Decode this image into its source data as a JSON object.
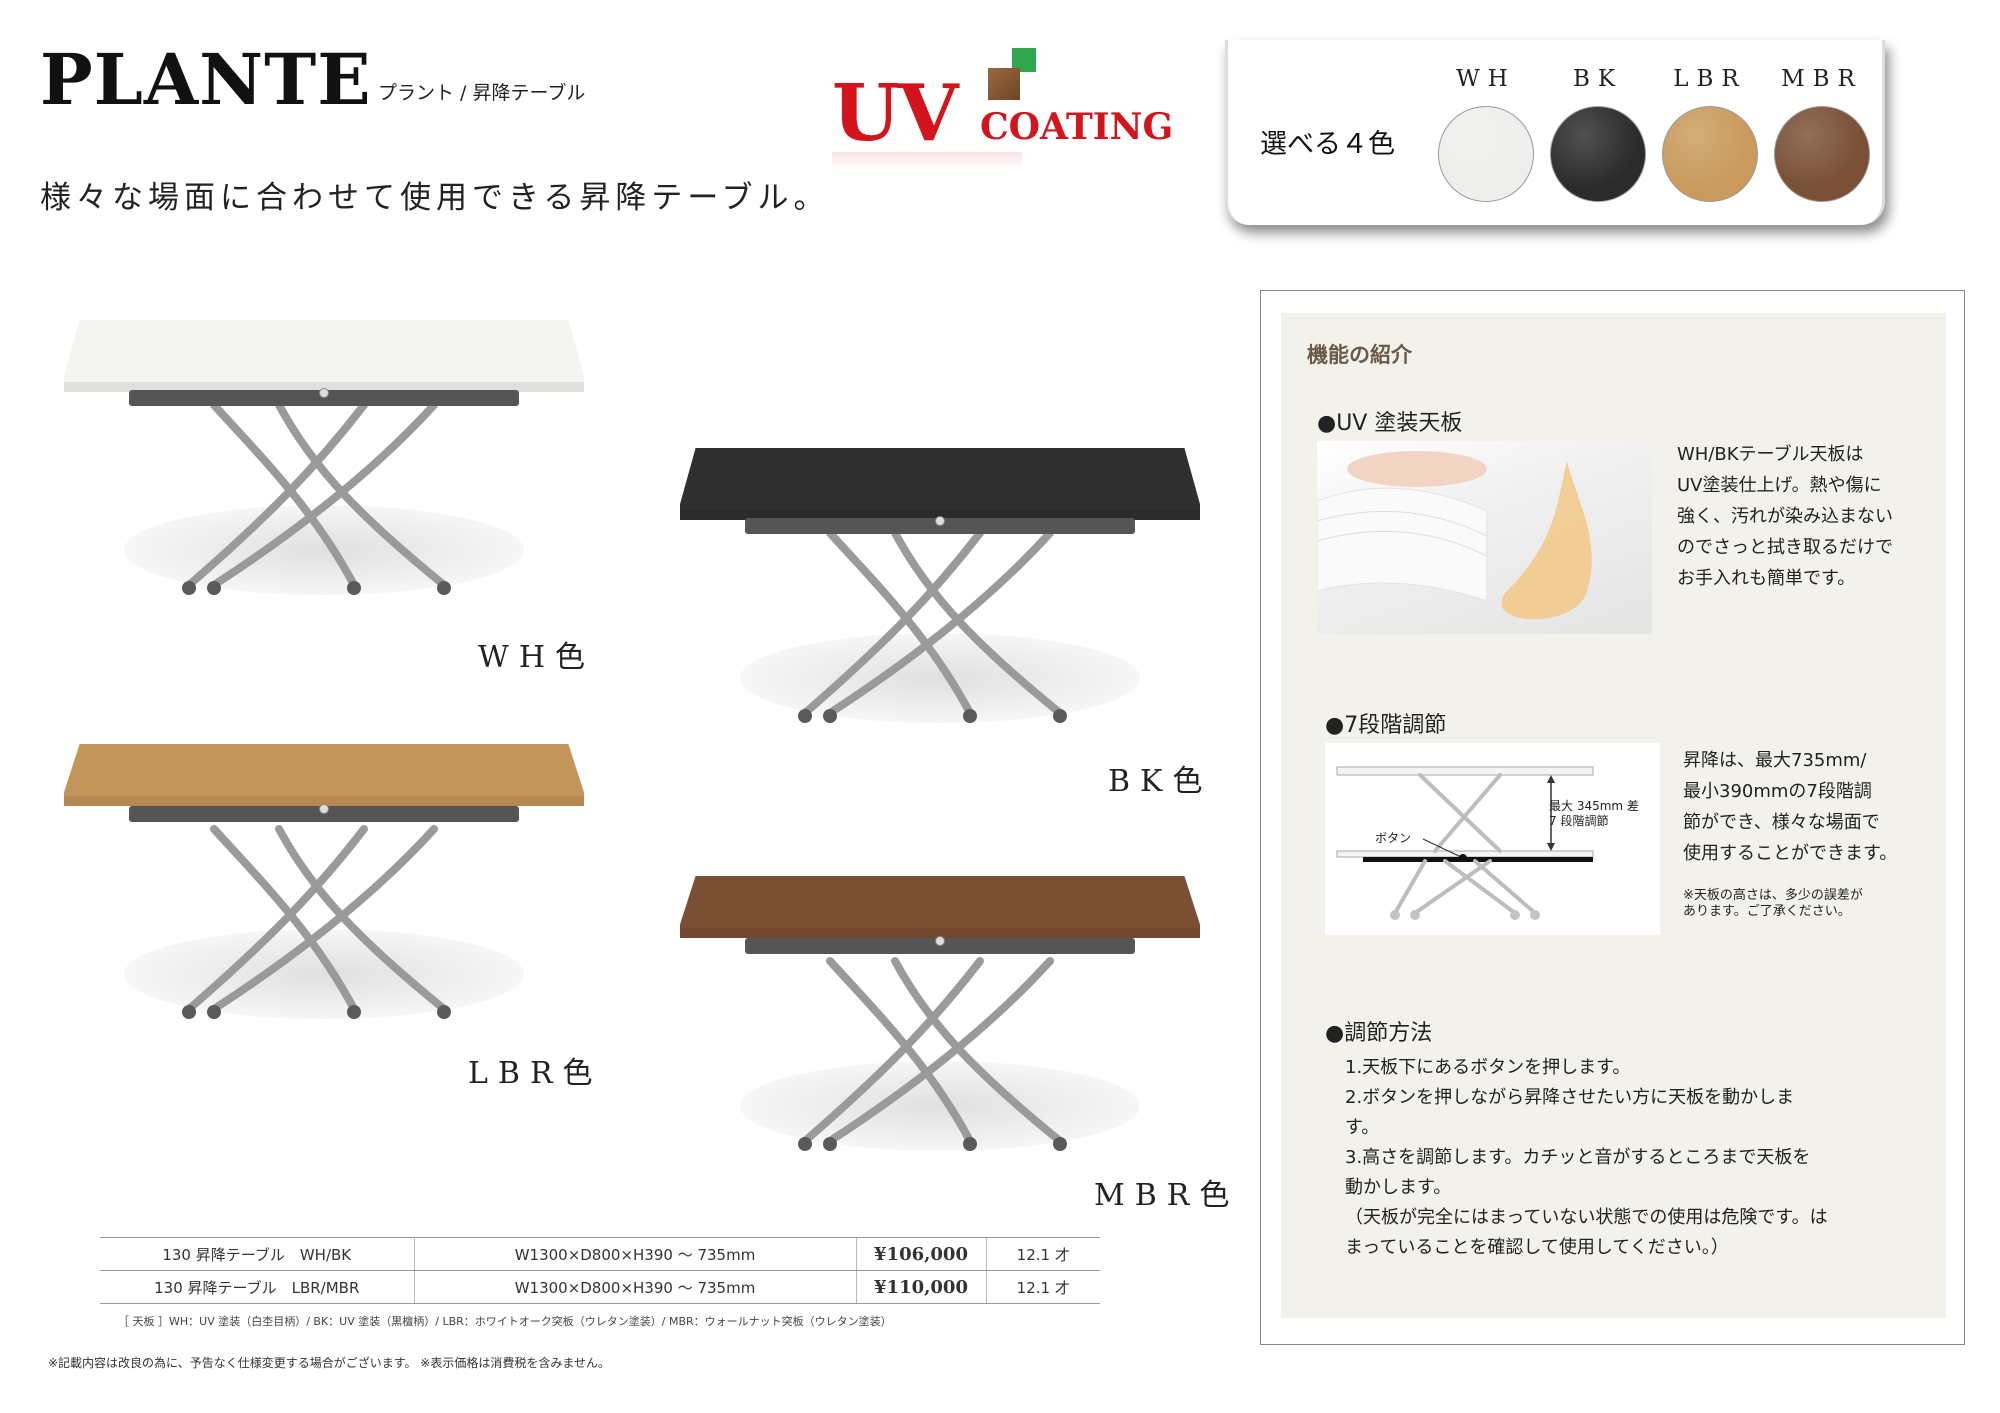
{
  "header": {
    "brand": "PLANTE",
    "subtitle": "プラント / 昇降テーブル",
    "tagline": "様々な場面に合わせて使用できる昇降テーブル。"
  },
  "uv_logo": {
    "big": "UV",
    "small": "COATING",
    "color": "#d4141c"
  },
  "color_options": {
    "title": "選べる４色",
    "swatches": [
      {
        "label": "WH",
        "color": "#eeeeec"
      },
      {
        "label": "BK",
        "color": "#2b2b2b"
      },
      {
        "label": "LBR",
        "color": "#c99a5c"
      },
      {
        "label": "MBR",
        "color": "#7a5036"
      }
    ]
  },
  "products": [
    {
      "caption": "WH色",
      "top_color": "#f4f4f1"
    },
    {
      "caption": "BK色",
      "top_color": "#2f2f30"
    },
    {
      "caption": "LBR色",
      "top_color": "#c4955a"
    },
    {
      "caption": "MBR色",
      "top_color": "#7b4f34"
    }
  ],
  "spec_table": {
    "rows": [
      {
        "name": "130 昇降テーブル　WH/BK",
        "size": "W1300×D800×H390 ～ 735mm",
        "price": "¥106,000",
        "volume": "12.1 才"
      },
      {
        "name": "130 昇降テーブル　LBR/MBR",
        "size": "W1300×D800×H390 ～ 735mm",
        "price": "¥110,000",
        "volume": "12.1 才"
      }
    ],
    "note": "［ 天板 ］WH：UV 塗装（白杢目柄）/ BK：UV 塗装（黒檀柄）/ LBR：ホワイトオーク突板（ウレタン塗装）/ MBR：ウォールナット突板（ウレタン塗装）"
  },
  "footnote": "※記載内容は改良の為に、予告なく仕様変更する場合がございます。 ※表示価格は消費税を含みません。",
  "features": {
    "heading": "機能の紹介",
    "uv": {
      "title": "●UV 塗装天板",
      "lines": [
        "WH/BKテーブル天板は",
        "UV塗装仕上げ。熱や傷に",
        "強く、汚れが染み込まない",
        "のでさっと拭き取るだけで",
        "お手入れも簡単です。"
      ]
    },
    "steps": {
      "title": "●7段階調節",
      "lines": [
        "昇降は、最大735mm/",
        "最小390mmの7段階調",
        "節ができ、様々な場面で",
        "使用することができます。"
      ],
      "note_lines": [
        "※天板の高さは、多少の誤差が",
        "あります。ご了承ください。"
      ],
      "diagram_button": "ボタン",
      "diagram_range": [
        "最大 345mm 差",
        "7 段階調節"
      ]
    },
    "howto": {
      "title": "●調節方法",
      "lines": [
        "1.天板下にあるボタンを押します。",
        "2.ボタンを押しながら昇降させたい方に天板を動かしま",
        "す。",
        "3.高さを調節します。カチッと音がするところまで天板を",
        "動かします。",
        "（天板が完全にはまっていない状態での使用は危険です。は",
        "まっていることを確認して使用してください。）"
      ]
    }
  }
}
